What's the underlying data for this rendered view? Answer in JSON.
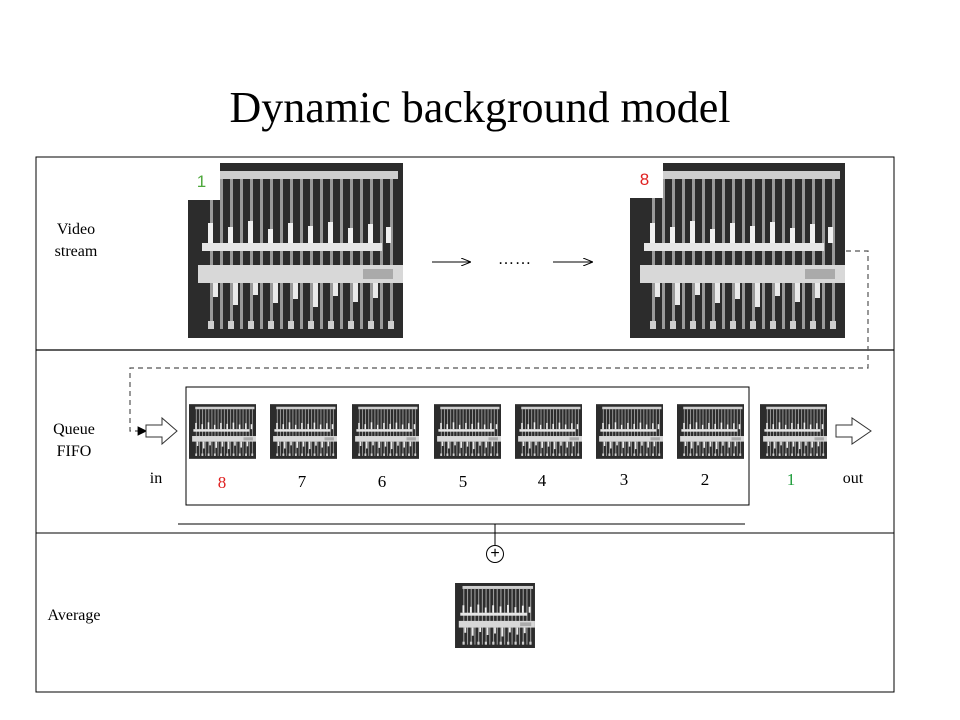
{
  "title": "Dynamic background model",
  "rows": {
    "video_stream": "Video\nstream",
    "queue": "Queue\nFIFO",
    "average": "Average"
  },
  "video": {
    "first_frame_label": "1",
    "last_frame_label": "8",
    "ellipsis": "……"
  },
  "queue": {
    "in_label": "in",
    "out_label": "out",
    "slots": [
      "8",
      "7",
      "6",
      "5",
      "4",
      "3",
      "2",
      "1"
    ]
  },
  "colors": {
    "first": "#4ea83c",
    "last": "#e02020",
    "queue_first": "#e02020",
    "queue_last": "#1d9c3a"
  },
  "sum_symbol": "+"
}
